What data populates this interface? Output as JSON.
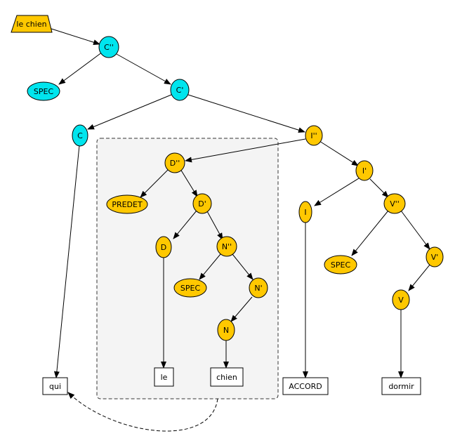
{
  "diagram": {
    "start_node": "le chien",
    "colors": {
      "cyan": "#00e5ee",
      "gold": "#ffc800",
      "box": "#f4f4f4"
    },
    "nodes": {
      "cpp": "C''",
      "spec_c": "SPEC",
      "cp": "C'",
      "c": "C",
      "ipp": "I''",
      "dpp": "D''",
      "predet": "PREDET",
      "dp": "D'",
      "d": "D",
      "npp": "N''",
      "spec_n": "SPEC",
      "np": "N'",
      "n": "N",
      "ip": "I'",
      "i": "I",
      "vpp": "V''",
      "spec_v": "SPEC",
      "vp": "V'",
      "v": "V"
    },
    "leaves": {
      "qui": "qui",
      "le": "le",
      "chien": "chien",
      "accord": "ACCORD",
      "dormir": "dormir"
    }
  }
}
